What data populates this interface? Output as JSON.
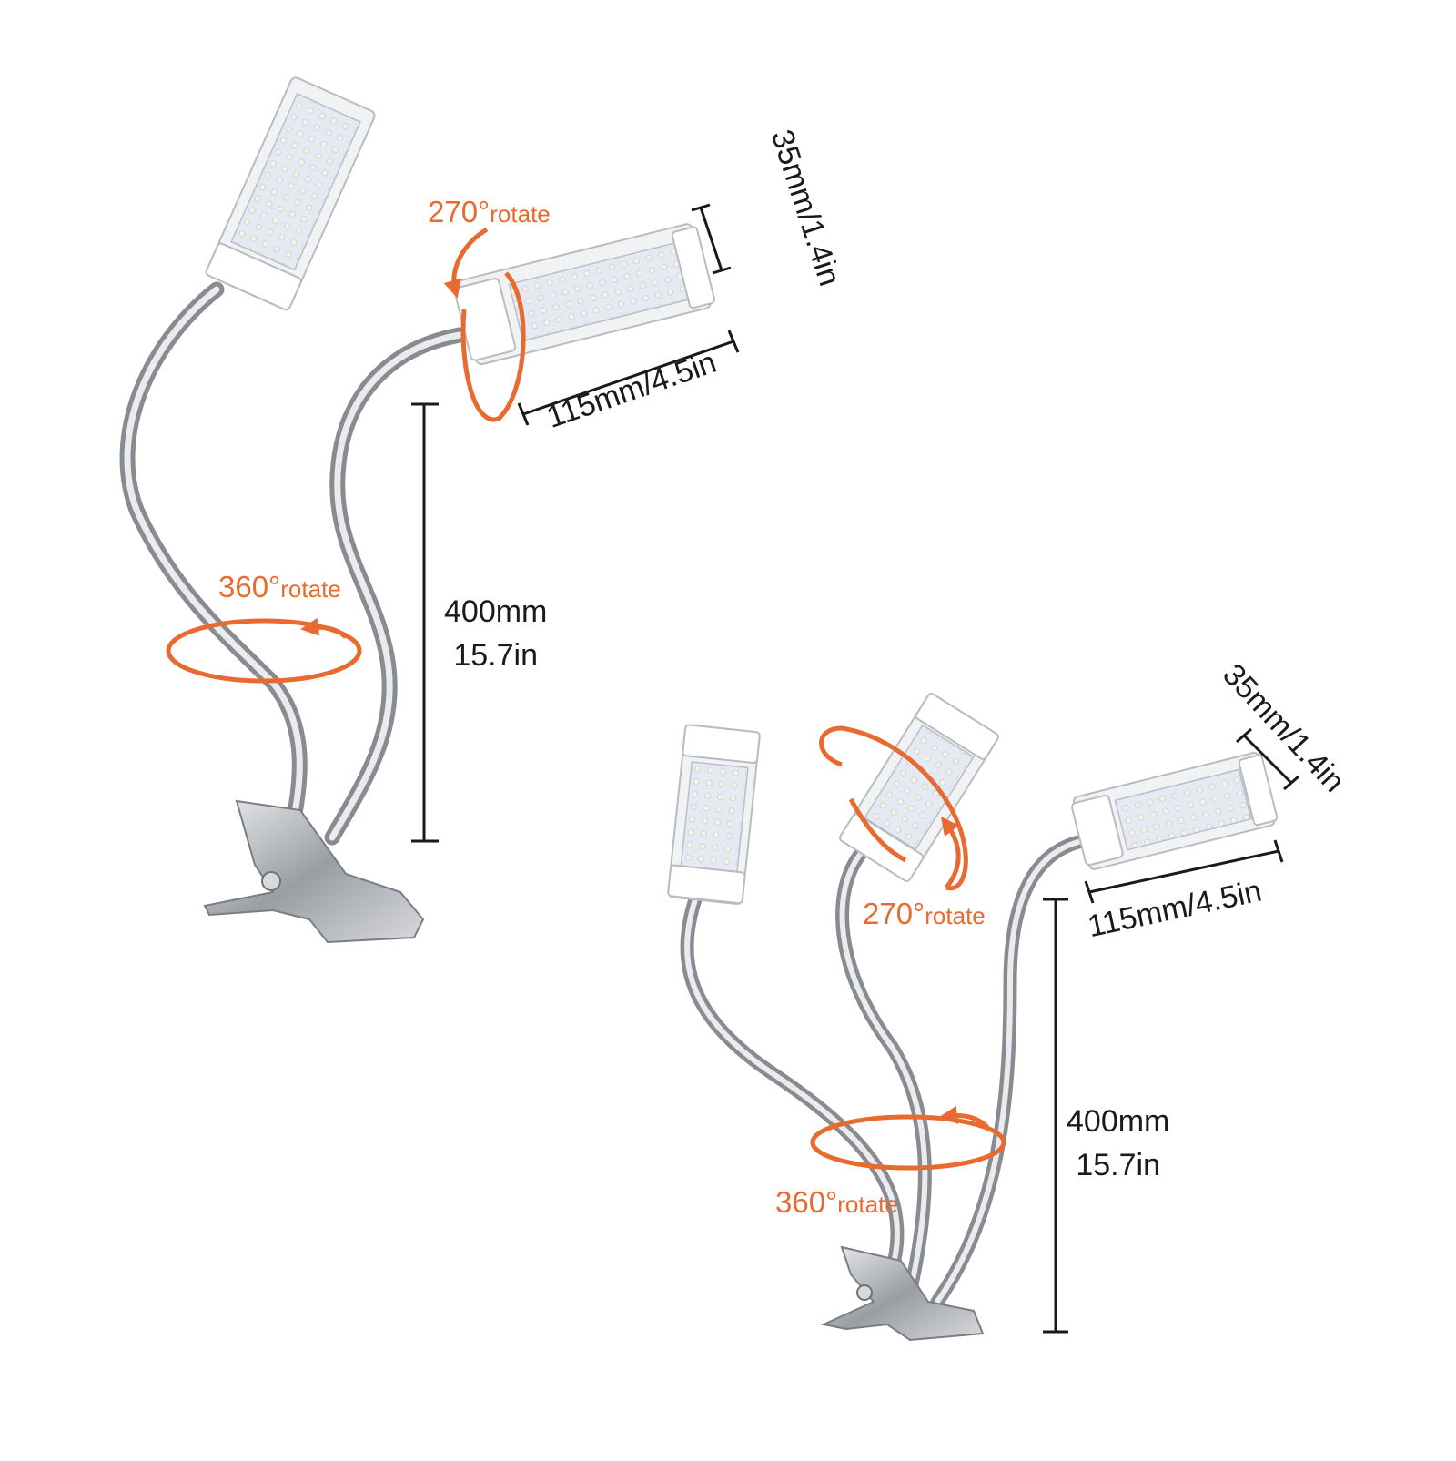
{
  "colors": {
    "accent": "#e86a2f",
    "text": "#1a1a1a",
    "metal": "#c4c7cc",
    "led_panel": "#e6ebf4",
    "housing": "#f1f2f4"
  },
  "variants": [
    {
      "name": "dual-head",
      "rotate_head": {
        "angle": "270°",
        "word": "rotate"
      },
      "rotate_base": {
        "angle": "360°",
        "word": "rotate"
      },
      "head_width": "35mm/1.4in",
      "head_length": "115mm/4.5in",
      "height_mm": "400mm",
      "height_in": "15.7in"
    },
    {
      "name": "triple-head",
      "rotate_head": {
        "angle": "270°",
        "word": "rotate"
      },
      "rotate_base": {
        "angle": "360°",
        "word": "rotate"
      },
      "head_width": "35mm/1.4in",
      "head_length": "115mm/4.5in",
      "height_mm": "400mm",
      "height_in": "15.7in"
    }
  ]
}
